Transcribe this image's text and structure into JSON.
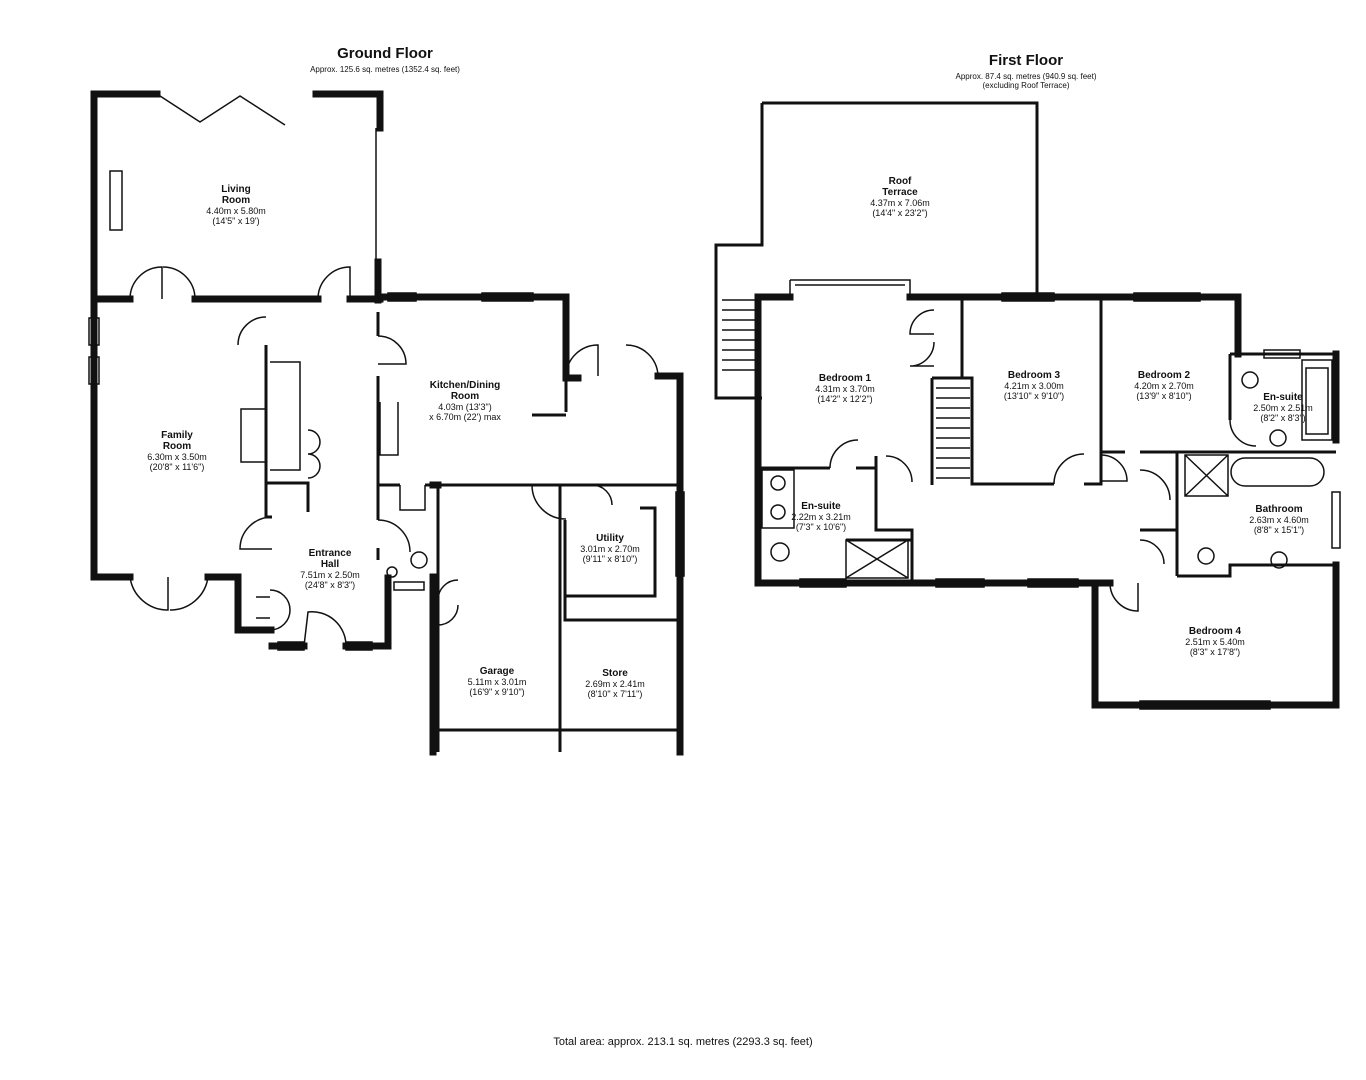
{
  "ground_floor": {
    "title": "Ground Floor",
    "area": "Approx. 125.6 sq. metres (1352.4 sq. feet)",
    "rooms": {
      "living": {
        "name1": "Living",
        "name2": "Room",
        "dim1": "4.40m x 5.80m",
        "dim2": "(14'5\" x 19')"
      },
      "family": {
        "name1": "Family",
        "name2": "Room",
        "dim1": "6.30m x 3.50m",
        "dim2": "(20'8\" x 11'6\")"
      },
      "kitchen": {
        "name1": "Kitchen/Dining",
        "name2": "Room",
        "dim1": "4.03m (13'3\")",
        "dim2": "x 6.70m (22') max"
      },
      "hall": {
        "name1": "Entrance",
        "name2": "Hall",
        "dim1": "7.51m x 2.50m",
        "dim2": "(24'8\" x 8'3\")"
      },
      "utility": {
        "name": "Utility",
        "dim1": "3.01m x 2.70m",
        "dim2": "(9'11\" x 8'10\")"
      },
      "garage": {
        "name": "Garage",
        "dim1": "5.11m x 3.01m",
        "dim2": "(16'9\" x 9'10\")"
      },
      "store": {
        "name": "Store",
        "dim1": "2.69m x 2.41m",
        "dim2": "(8'10\" x 7'11\")"
      }
    }
  },
  "first_floor": {
    "title": "First Floor",
    "area": "Approx. 87.4 sq. metres (940.9 sq. feet)",
    "area_note": "(excluding Roof Terrace)",
    "rooms": {
      "terrace": {
        "name1": "Roof",
        "name2": "Terrace",
        "dim1": "4.37m x 7.06m",
        "dim2": "(14'4\" x 23'2\")"
      },
      "bed1": {
        "name": "Bedroom 1",
        "dim1": "4.31m x 3.70m",
        "dim2": "(14'2\" x 12'2\")"
      },
      "bed3": {
        "name": "Bedroom 3",
        "dim1": "4.21m x 3.00m",
        "dim2": "(13'10\" x 9'10\")"
      },
      "bed2": {
        "name": "Bedroom 2",
        "dim1": "4.20m x 2.70m",
        "dim2": "(13'9\" x 8'10\")"
      },
      "ensuite2": {
        "name": "En-suite",
        "dim1": "2.50m x 2.51m",
        "dim2": "(8'2\" x 8'3\")"
      },
      "ensuite1": {
        "name": "En-suite",
        "dim1": "2.22m x 3.21m",
        "dim2": "(7'3\" x 10'6\")"
      },
      "bathroom": {
        "name": "Bathroom",
        "dim1": "2.63m x 4.60m",
        "dim2": "(8'8\" x 15'1\")"
      },
      "bed4": {
        "name": "Bedroom 4",
        "dim1": "2.51m x 5.40m",
        "dim2": "(8'3\" x 17'8\")"
      }
    }
  },
  "total_area": "Total area: approx. 213.1 sq. metres (2293.3 sq. feet)"
}
